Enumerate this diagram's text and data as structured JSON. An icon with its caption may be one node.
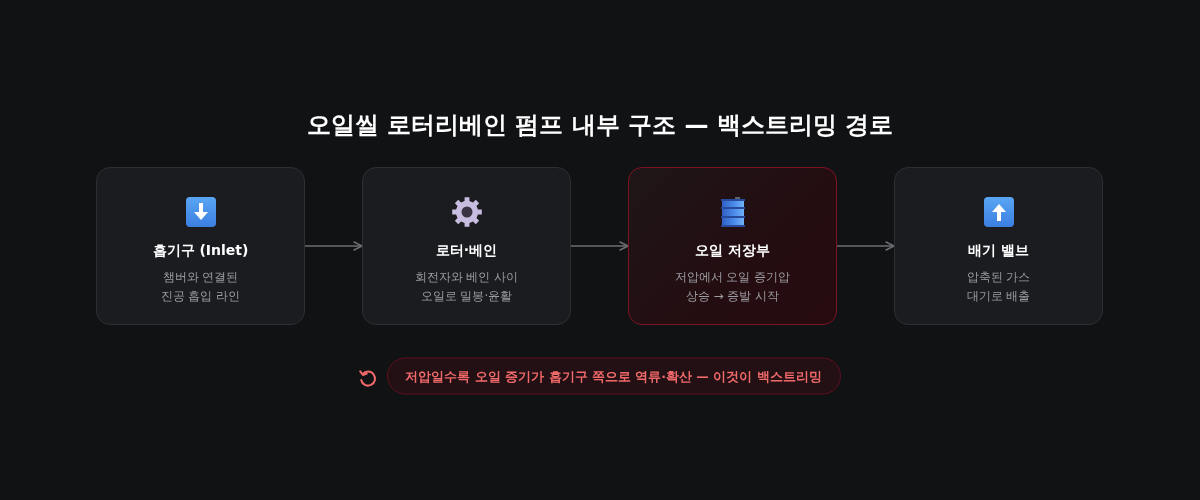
{
  "diagram": {
    "title": "오일씰 로터리베인 펌프 내부 구조 — 백스트리밍 경로",
    "nodes": [
      {
        "text": [
          "흡기구 (Inlet)",
          "챔버와 연결된 진공 흡입 라인"
        ]
      },
      {
        "text": [
          "로터·베인",
          "회전자와 베인 사이 오일로 밀봉·윤활"
        ]
      },
      {
        "text": [
          "오일 저장부",
          "저압에서 오일 증기압 상승 → 증발 시작"
        ]
      },
      {
        "text": [
          "배기 밸브",
          "압축된 가스 대기로 배출"
        ]
      },
      {
        "text": [
          "저압일수록 오일 증기가 흡기구 쪽으로 역류·확산 — 이것이 백스트리밍"
        ]
      }
    ],
    "edges": [
      {
        "from": 0,
        "to": 1,
        "arrow": "to"
      },
      {
        "from": 1,
        "to": 2,
        "arrow": "to"
      },
      {
        "from": 2,
        "to": 3,
        "arrow": "to"
      }
    ]
  }
}
